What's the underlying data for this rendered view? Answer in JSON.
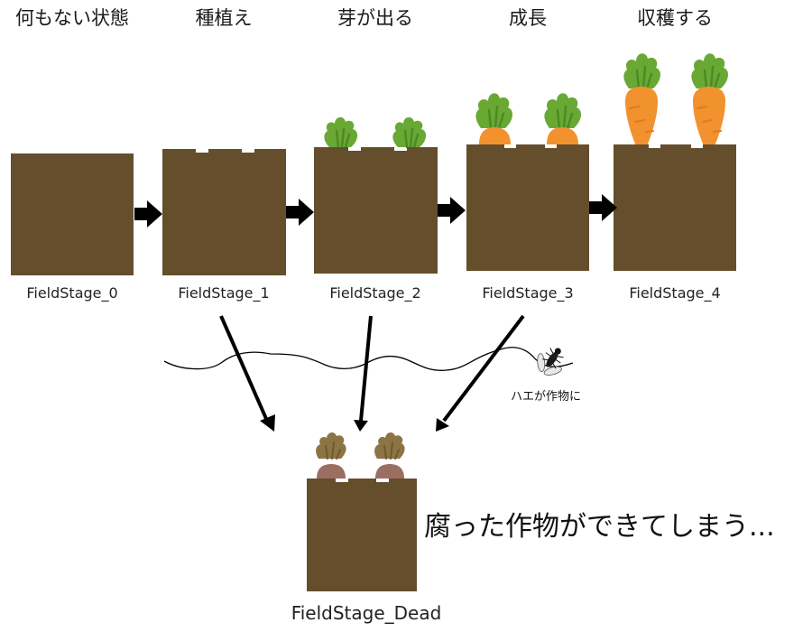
{
  "stages": [
    {
      "title": "何もない状態",
      "label": "FieldStage_0"
    },
    {
      "title": "種植え",
      "label": "FieldStage_1"
    },
    {
      "title": "芽が出る",
      "label": "FieldStage_2"
    },
    {
      "title": "成長",
      "label": "FieldStage_3"
    },
    {
      "title": "収穫する",
      "label": "FieldStage_4"
    }
  ],
  "dead_stage": {
    "label": "FieldStage_Dead",
    "caption": "腐った作物ができてしまう..."
  },
  "fly": {
    "caption": "ハエが作物に",
    "icon": "fly-icon"
  },
  "colors": {
    "soil": "#654e2c",
    "leaf": "#6aa834",
    "leaf_dark": "#4d8a25",
    "carrot": "#f1922e",
    "carrot_shade": "#e07a25",
    "rotten_leaf": "#8c7444",
    "rotten_root": "#9b6e62",
    "arrow": "#000000"
  }
}
